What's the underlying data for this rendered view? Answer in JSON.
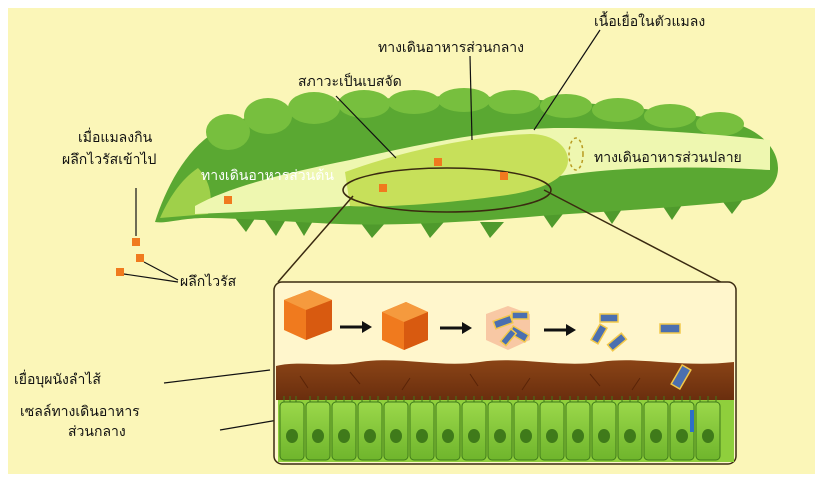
{
  "labels": {
    "when_insect_eats": "เมื่อแมลงกิน",
    "crystals_enter": "ผลึกไวรัสเข้าไป",
    "virus_crystals": "ผลึกไวรัส",
    "foregut": "ทางเดินอาหารส่วนต้น",
    "alkaline": "สภาวะเป็นเบสจัด",
    "midgut": "ทางเดินอาหารส่วนกลาง",
    "body_tissue": "เนื้อเยื่อในตัวแมลง",
    "hindgut": "ทางเดินอาหารส่วนปลาย",
    "gut_lining": "เยื่อบุผนังลำไส้",
    "midgut_cells_line1": "เซลล์ทางเดินอาหาร",
    "midgut_cells_line2": "ส่วนกลาง"
  },
  "colors": {
    "background": "#fbf6b8",
    "caterpillar_dark": "#5aa832",
    "caterpillar_light": "#9fd04a",
    "gut": "#c7e05a",
    "crystal": "#f07a1e",
    "lining": "#7a3812",
    "cell": "#8fcf3c"
  },
  "process_steps": [
    "intact-crystal",
    "intact-crystal",
    "dissolving-crystal",
    "released-virions",
    "single-virion"
  ]
}
